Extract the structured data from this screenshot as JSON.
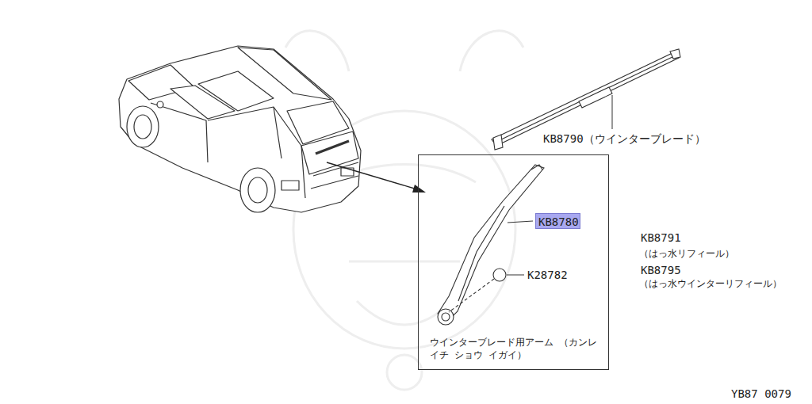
{
  "diagram": {
    "nodes": [
      {
        "text": [
          "ウインターブレード用アーム （カンレイチ ショウ イガイ）"
        ]
      },
      {
        "text": [
          "KB8780"
        ],
        "in": 0
      }
    ],
    "labels": [
      "KB8790（ウインターブレード）",
      "K28782",
      "KB8791",
      "（はっ水リフィール）",
      "KB8795",
      "（はっ水ウインターリフィール）",
      "YB87 0079"
    ]
  }
}
